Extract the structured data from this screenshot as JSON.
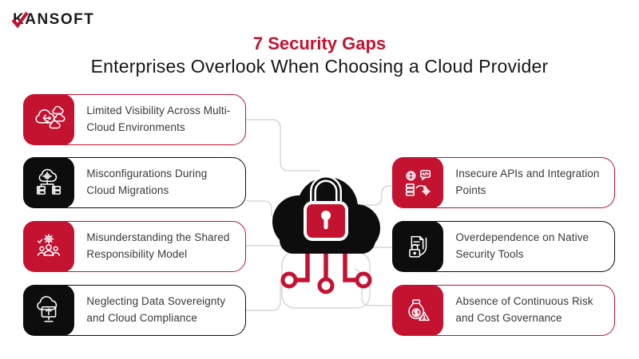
{
  "logo": {
    "text": "KANSOFT",
    "mark": "red-check"
  },
  "title": {
    "heading": "7 Security Gaps",
    "subheading": "Enterprises Overlook When Choosing a Cloud Provider"
  },
  "colors": {
    "brand_red": "#c41231",
    "black": "#0d0d0d",
    "connector_gray": "#d7d7d7",
    "card_text": "#3a3a3a",
    "background": "#ffffff"
  },
  "center": {
    "icon": "cloud-lock-icon"
  },
  "items": [
    {
      "label": "Limited Visibility Across Multi-Cloud Environments",
      "icon": "multi-cloud-icon",
      "variant": "red",
      "side": "left"
    },
    {
      "label": "Misconfigurations During Cloud Migrations",
      "icon": "cloud-gear-network-icon",
      "variant": "black",
      "side": "left"
    },
    {
      "label": "Misunderstanding the Shared Responsibility Model",
      "icon": "team-gear-icon",
      "variant": "red",
      "side": "left"
    },
    {
      "label": "Neglecting Data Sovereignty and Cloud Compliance",
      "icon": "cloud-monitor-icon",
      "variant": "black",
      "side": "left"
    },
    {
      "label": "Insecure APIs and Integration Points",
      "icon": "api-integration-icon",
      "variant": "red",
      "side": "right"
    },
    {
      "label": "Overdependence on Native Security Tools",
      "icon": "shield-lock-icon",
      "variant": "black",
      "side": "right"
    },
    {
      "label": "Absence of Continuous Risk and Cost Governance",
      "icon": "money-risk-icon",
      "variant": "red",
      "side": "right"
    }
  ]
}
